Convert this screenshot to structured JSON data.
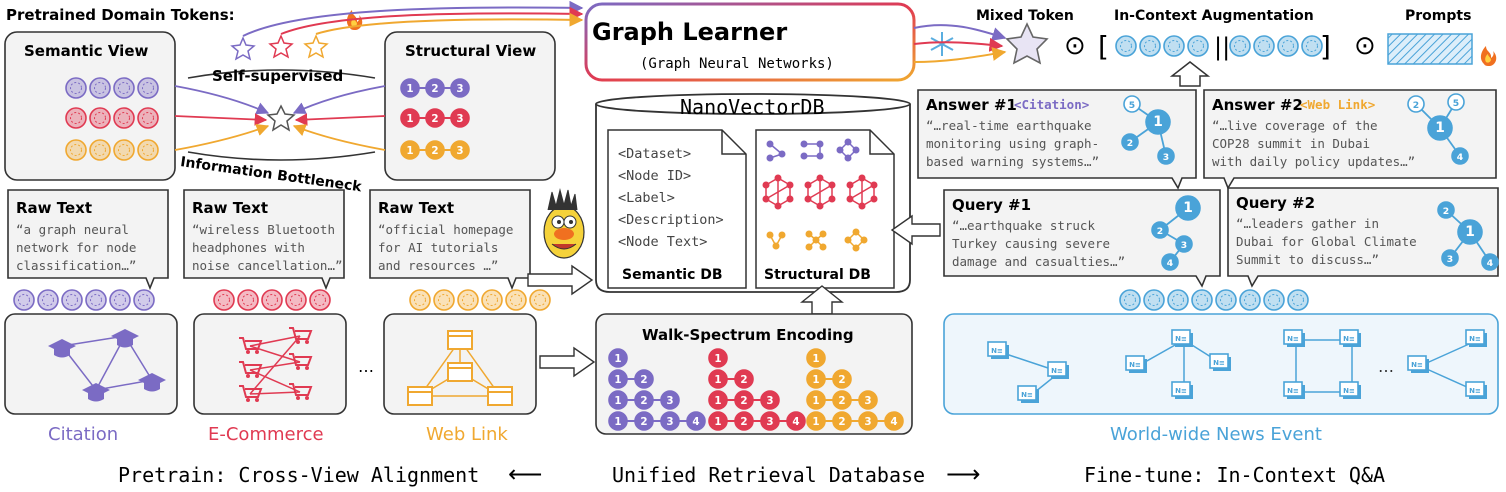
{
  "colors": {
    "purple": "#7b6bc4",
    "red": "#e03a52",
    "orange": "#f0a830",
    "blue": "#4aa3d8",
    "panel_fill": "#f3f3f3",
    "outline": "#333333"
  },
  "top_left": {
    "pretrained_label": "Pretrained Domain Tokens:",
    "semantic_view": "Semantic View",
    "structural_view": "Structural View",
    "self_supervised": "Self-supervised",
    "info_bottleneck": "Information Bottleneck",
    "chain_nodes": [
      "1",
      "2",
      "3"
    ]
  },
  "graph_learner": {
    "title": "Graph Learner",
    "subtitle": "(Graph Neural Networks)"
  },
  "top_right": {
    "mixed_token": "Mixed Token",
    "in_context_aug": "In-Context Augmentation",
    "prompts": "Prompts",
    "odot": "⊙",
    "bracket_open": "[",
    "bracket_close": "]",
    "separator": "||"
  },
  "raw_texts": [
    {
      "title": "Raw Text",
      "lines": [
        "“a graph neural",
        "network for node",
        "classification…”"
      ]
    },
    {
      "title": "Raw Text",
      "lines": [
        "“wireless Bluetooth",
        "headphones with",
        "noise cancellation…”"
      ]
    },
    {
      "title": "Raw Text",
      "lines": [
        "“official homepage",
        "for AI tutorials",
        "and resources …”"
      ]
    }
  ],
  "domains": [
    "Citation",
    "E-Commerce",
    "Web Link"
  ],
  "ellipsis": "…",
  "database": {
    "title": "NanoVectorDB",
    "fields": [
      "<Dataset>",
      "<Node ID>",
      "<Label>",
      "<Description>",
      "<Node Text>"
    ],
    "semantic_db": "Semantic DB",
    "structural_db": "Structural DB"
  },
  "walk_spectrum": {
    "title": "Walk-Spectrum Encoding"
  },
  "answers": [
    {
      "title": "Answer #1",
      "tag": "<Citation>",
      "lines": [
        "“…real-time earthquake",
        "monitoring using graph-",
        "based warning systems…”"
      ],
      "nodes": [
        "5",
        "1",
        "2",
        "3"
      ]
    },
    {
      "title": "Answer #2",
      "tag": "<Web Link>",
      "lines": [
        "“…live coverage of the",
        "COP28 summit in Dubai",
        "with daily policy updates…”"
      ],
      "nodes": [
        "2",
        "5",
        "1",
        "4"
      ]
    }
  ],
  "queries": [
    {
      "title": "Query #1",
      "lines": [
        "“…earthquake struck",
        "Turkey causing severe",
        "damage and casualties…”"
      ],
      "nodes": [
        "1",
        "2",
        "3",
        "4"
      ]
    },
    {
      "title": "Query #2",
      "lines": [
        "“…leaders gather in",
        "Dubai for Global Climate",
        "Summit to discuss…”"
      ],
      "nodes": [
        "2",
        "1",
        "3",
        "4"
      ]
    }
  ],
  "news": {
    "label": "World-wide News Event",
    "doc_glyph": "N≡"
  },
  "bottom": {
    "pretrain": "Pretrain: Cross-View Alignment",
    "unified": "Unified Retrieval Database",
    "finetune": "Fine-tune: In-Context Q&A",
    "arrow_left": "⟵",
    "arrow_right": "⟶"
  }
}
